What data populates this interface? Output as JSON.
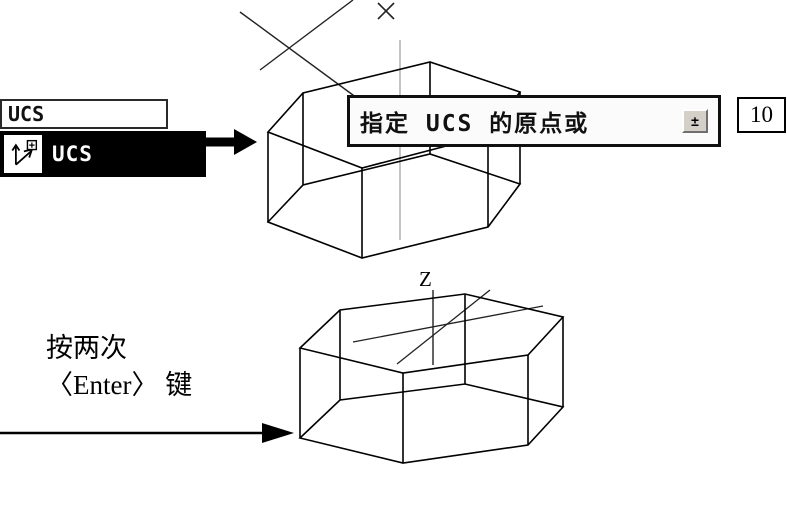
{
  "toolbar": {
    "ucs_input_value": "UCS"
  },
  "menu": {
    "ucs_item_label": "UCS"
  },
  "dynamic_input": {
    "prompt": "指定 UCS 的原点或",
    "expand_button_glyph": "±",
    "value": "10"
  },
  "instruction": {
    "line1": "按两次",
    "line2": "〈Enter〉 键"
  },
  "figure": {
    "z_axis_label": "Z"
  },
  "colors": {
    "highlight_bg": "#000000",
    "highlight_text": "#ffffff",
    "wireframe_stroke": "#000000",
    "construction_line": "#b0b0b0"
  }
}
